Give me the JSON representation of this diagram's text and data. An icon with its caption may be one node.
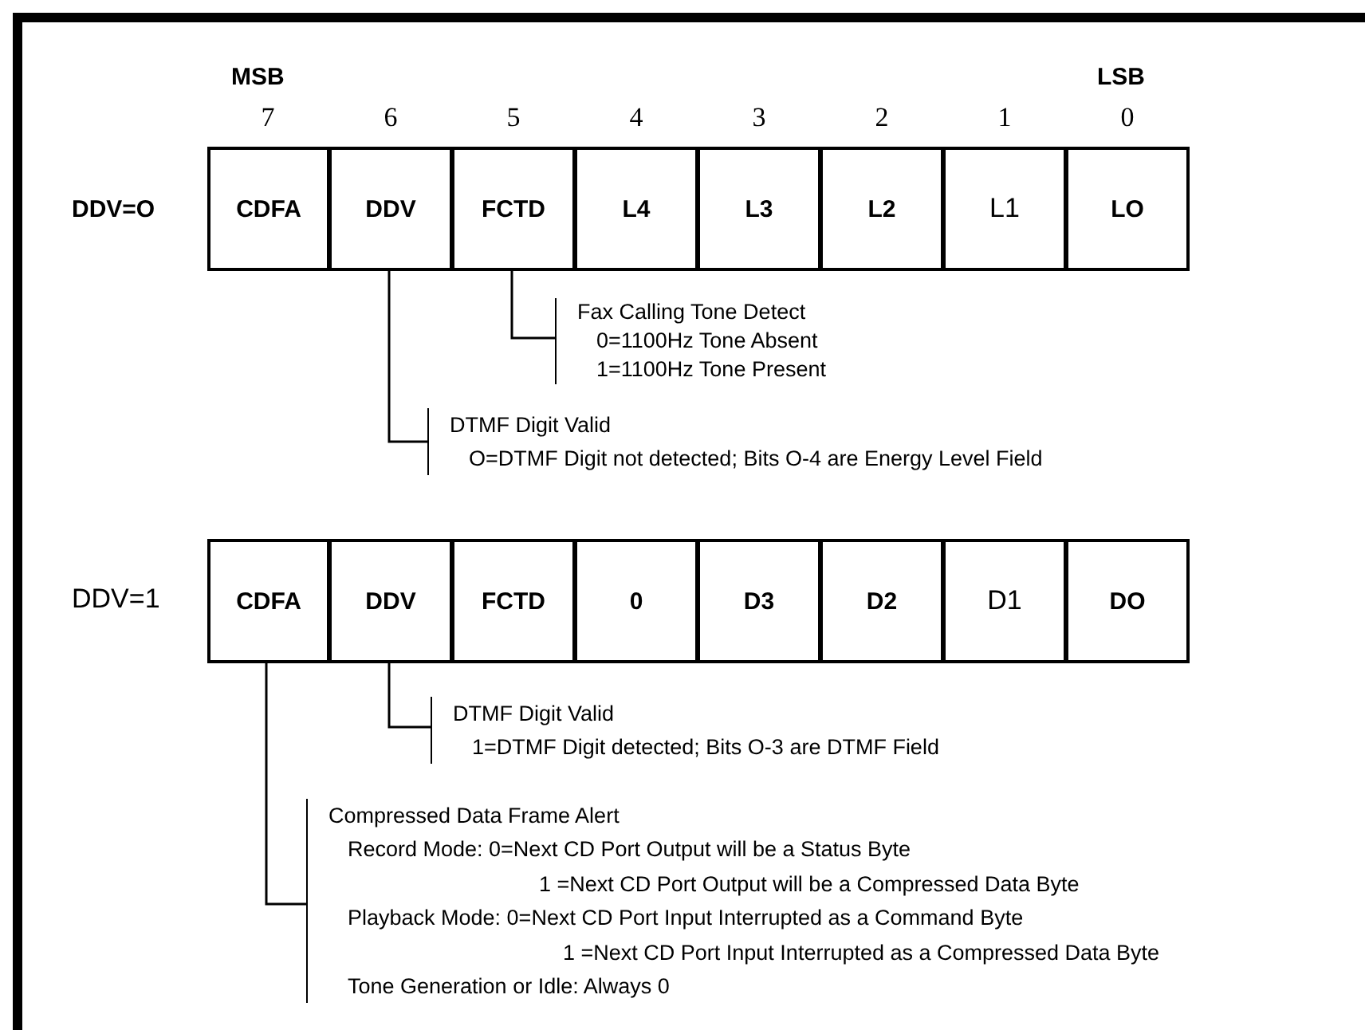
{
  "diagram": {
    "nodes": [
      {
        "text": [
          "CDFA"
        ]
      },
      {
        "text": [
          "DDV"
        ]
      },
      {
        "text": [
          "FCTD"
        ]
      },
      {
        "text": [
          "L4"
        ]
      },
      {
        "text": [
          "L3"
        ]
      },
      {
        "text": [
          "L2"
        ]
      },
      {
        "text": [
          "L1"
        ]
      },
      {
        "text": [
          "LO"
        ]
      },
      {
        "text": [
          "Fax Calling Tone Detect",
          "0=1100Hz Tone Absent",
          "1=1100Hz Tone Present"
        ]
      },
      {
        "text": [
          "DTMF Digit Valid",
          "O=DTMF Digit not detected; Bits O-4 are Energy Level Field"
        ]
      },
      {
        "text": [
          "CDFA"
        ]
      },
      {
        "text": [
          "DDV"
        ]
      },
      {
        "text": [
          "FCTD"
        ]
      },
      {
        "text": [
          "0"
        ]
      },
      {
        "text": [
          "D3"
        ]
      },
      {
        "text": [
          "D2"
        ]
      },
      {
        "text": [
          "D1"
        ]
      },
      {
        "text": [
          "DO"
        ]
      },
      {
        "text": [
          "DTMF Digit Valid",
          "1=DTMF Digit detected; Bits O-3 are DTMF Field"
        ]
      },
      {
        "text": [
          "Compressed Data Frame Alert",
          "Record Mode: 0=Next CD Port Output will be a Status Byte",
          "1 =Next CD Port Output will be a Compressed Data Byte",
          "Playback Mode: 0=Next CD Port Input Interrupted as a Command Byte",
          "1 =Next CD Port Input Interrupted as a Compressed Data Byte",
          "Tone Generation or Idle: Always 0"
        ]
      }
    ],
    "edges": [
      {
        "from": 2,
        "to": 8,
        "arrow": "none"
      },
      {
        "from": 1,
        "to": 9,
        "arrow": "none"
      },
      {
        "from": 11,
        "to": 18,
        "arrow": "none"
      },
      {
        "from": 10,
        "to": 19,
        "arrow": "none"
      }
    ],
    "labels": [
      "MSB",
      "LSB",
      "7",
      "6",
      "5",
      "4",
      "3",
      "2",
      "1",
      "0",
      "DDV=O",
      "DDV=1"
    ]
  }
}
